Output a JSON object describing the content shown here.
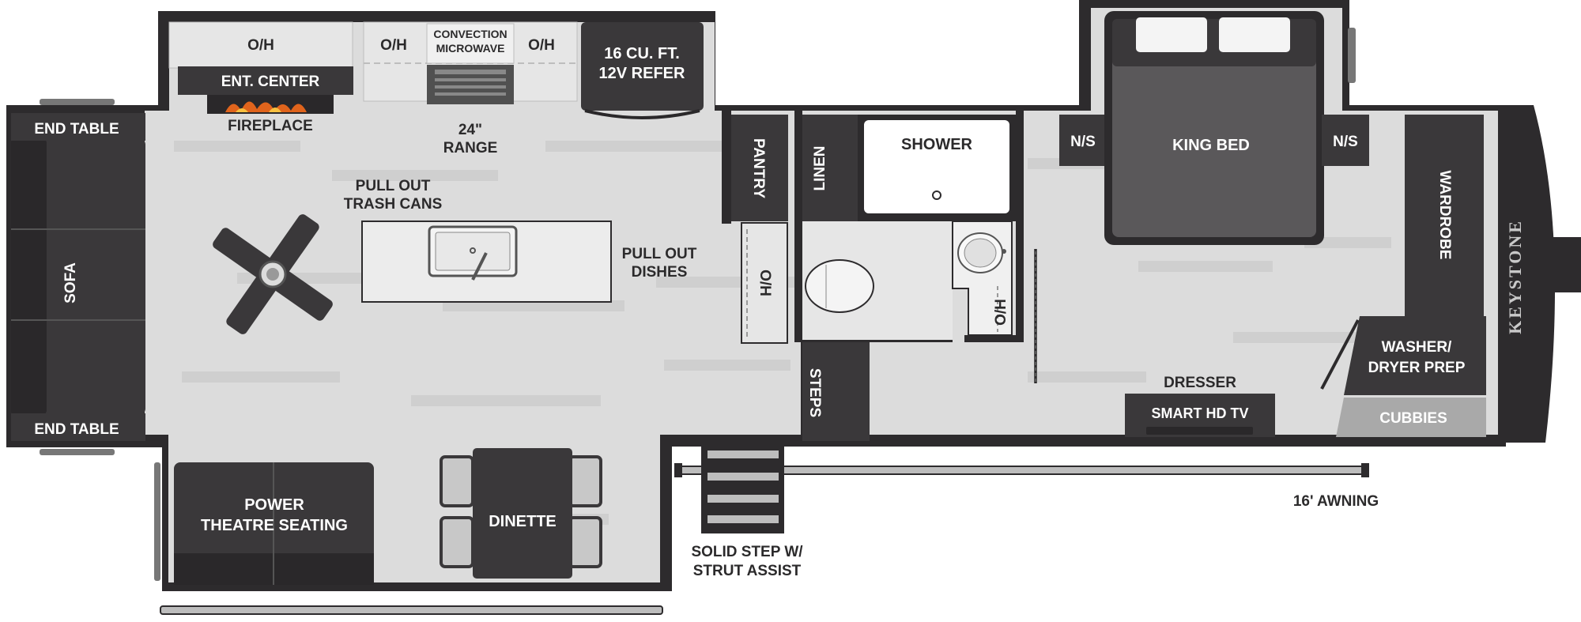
{
  "colors": {
    "wall": "#2d2b2d",
    "floor": "#dcdcdc",
    "floor_plank": "#cfcfcf",
    "counter": "#e6e6e6",
    "furniture": "#3a383a",
    "bed_sheet": "#5a585a",
    "cubbies": "#a9a9a9",
    "fire": "#e0641c"
  },
  "brand": {
    "logo_text": "KEYSTONE"
  },
  "rooms": {
    "living": {
      "end_table_top": "END TABLE",
      "end_table_bottom": "END TABLE",
      "sofa": "SOFA",
      "fireplace": "FIREPLACE",
      "ent_center": "ENT. CENTER",
      "oh_left": "O/H",
      "power_seating": [
        "POWER",
        "THEATRE SEATING"
      ],
      "dinette": "DINETTE"
    },
    "kitchen": {
      "oh_1": "O/H",
      "microwave": [
        "CONVECTION",
        "MICROWAVE"
      ],
      "oh_2": "O/H",
      "refer": [
        "16 CU. FT.",
        "12V REFER"
      ],
      "range": [
        "24\"",
        "RANGE"
      ],
      "trash_cans": [
        "PULL OUT",
        "TRASH CANS"
      ],
      "dishes": [
        "PULL OUT",
        "DISHES"
      ],
      "pantry": "PANTRY",
      "oh_pantry": "O/H"
    },
    "bath": {
      "linen": "LINEN",
      "shower": "SHOWER",
      "oh_vanity": "O/H",
      "steps": "STEPS"
    },
    "bedroom": {
      "ns_left": "N/S",
      "king_bed": "KING BED",
      "ns_right": "N/S",
      "wardrobe": "WARDROBE",
      "washer_dryer": [
        "WASHER/",
        "DRYER PREP"
      ],
      "cubbies": "CUBBIES",
      "dresser": "DRESSER",
      "smart_tv": "SMART HD TV"
    },
    "exterior": {
      "awning": "16' AWNING",
      "solid_step": [
        "SOLID STEP W/",
        "STRUT ASSIST"
      ]
    }
  }
}
